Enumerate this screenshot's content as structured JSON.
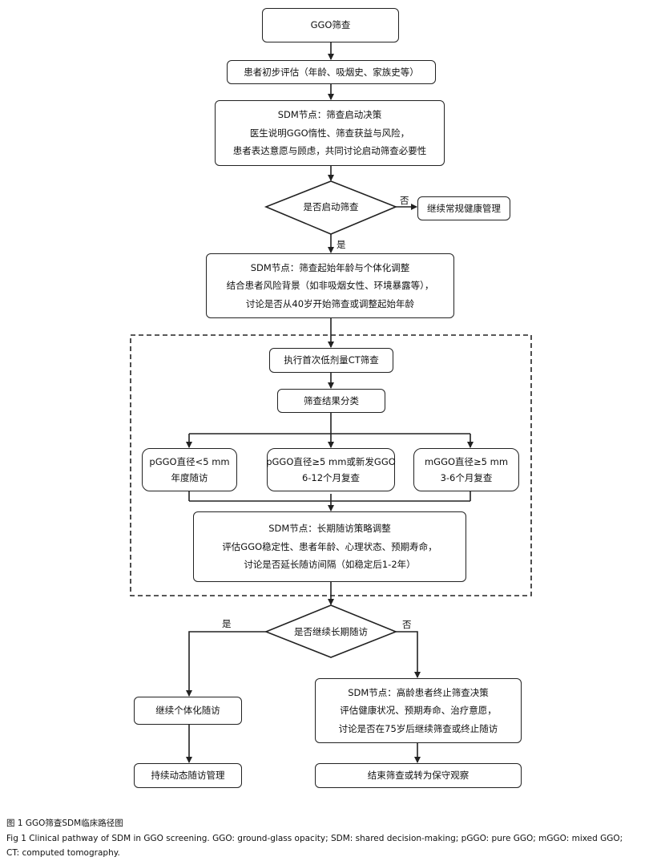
{
  "nodes": {
    "screening": "GGO筛查",
    "initial_eval": "患者初步评估（年龄、吸烟史、家族史等）",
    "sdm_start": [
      "SDM节点：筛查启动决策",
      "医生说明GGO惰性、筛查获益与风险，",
      "患者表达意愿与顾虑，共同讨论启动筛查必要性"
    ],
    "decision_start": "是否启动筛查",
    "routine_mgmt": "继续常规健康管理",
    "sdm_age": [
      "SDM节点：筛查起始年龄与个体化调整",
      "结合患者风险背景（如非吸烟女性、环境暴露等），",
      "讨论是否从40岁开始筛查或调整起始年龄"
    ],
    "first_ct": "执行首次低剂量CT筛查",
    "classify": "筛查结果分类",
    "pggo_small": [
      "pGGO直径<5 mm",
      "年度随访"
    ],
    "pggo_large": [
      "pGGO直径≥5 mm或新发GGO",
      "6-12个月复查"
    ],
    "mggo": [
      "mGGO直径≥5 mm",
      "3-6个月复查"
    ],
    "sdm_followup": [
      "SDM节点：长期随访策略调整",
      "评估GGO稳定性、患者年龄、心理状态、预期寿命，",
      "讨论是否延长随访间隔（如稳定后1-2年）"
    ],
    "decision_continue": "是否继续长期随访",
    "individual_followup": "继续个体化随访",
    "sdm_elderly": [
      "SDM节点：高龄患者终止筛查决策",
      "评估健康状况、预期寿命、治疗意愿，",
      "讨论是否在75岁后继续筛查或终止随访"
    ],
    "dynamic_mgmt": "持续动态随访管理",
    "end_screening": "结束筛查或转为保守观察"
  },
  "labels": {
    "yes": "是",
    "no": "否"
  },
  "caption": {
    "cn": "图 1  GGO筛查SDM临床路径图",
    "en_line1": "Fig 1  Clinical pathway of SDM in GGO screening. GGO: ground-glass opacity; SDM: shared decision-making; pGGO: pure GGO; mGGO: mixed GGO;",
    "en_line2": "CT: computed tomography."
  }
}
